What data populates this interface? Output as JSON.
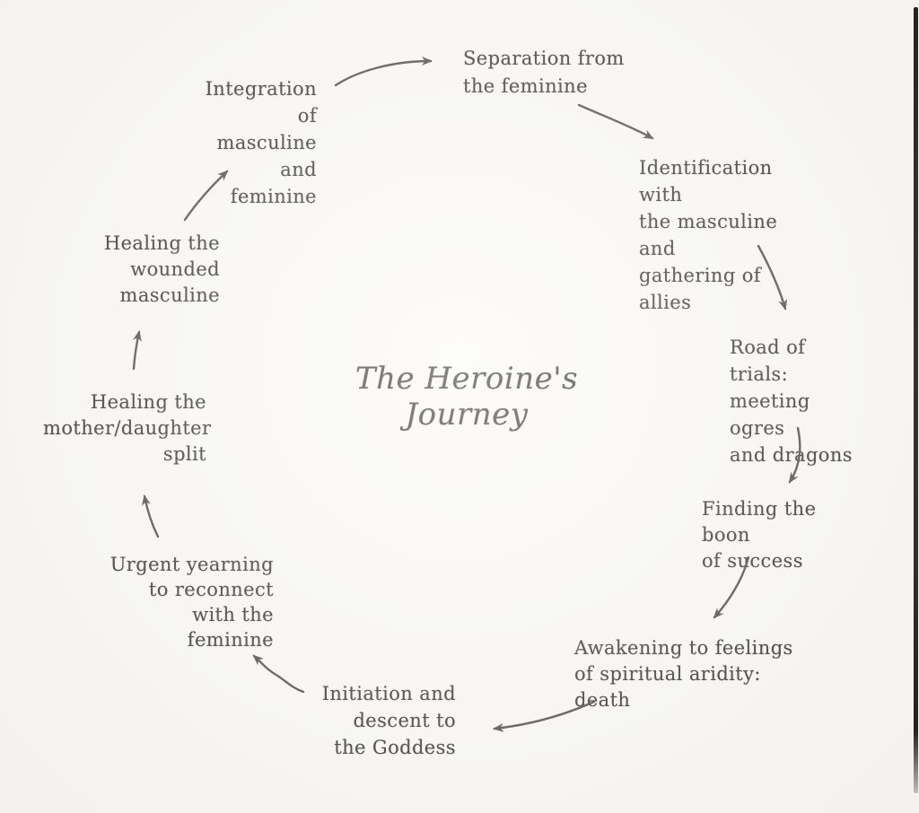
{
  "page": {
    "title": "The Heroine's Journey",
    "stages": {
      "separation": [
        "Separation from",
        "the feminine"
      ],
      "identification": [
        "Identification with",
        "the masculine and",
        "gathering of allies"
      ],
      "road_of_trials": [
        "Road of trials:",
        "meeting ogres",
        "and dragons"
      ],
      "finding_boon": [
        "Finding the boon",
        "of success"
      ],
      "awakening": [
        "Awakening to feelings",
        "of spiritual aridity: death"
      ],
      "initiation": [
        "Initiation and",
        "descent to",
        "the Goddess"
      ],
      "urgent_yearning": [
        "Urgent yearning",
        "to reconnect",
        "with the feminine"
      ],
      "healing_split": [
        "Healing the",
        "mother/daughter",
        "split"
      ],
      "healing_masculine": [
        "Healing the",
        "wounded",
        "masculine"
      ],
      "integration": [
        "Integration of",
        "masculine and",
        "feminine"
      ]
    },
    "cycle_order": [
      "separation",
      "identification",
      "road_of_trials",
      "finding_boon",
      "awakening",
      "initiation",
      "urgent_yearning",
      "healing_split",
      "healing_masculine",
      "integration"
    ],
    "colors": {
      "ink": "#3e3c39",
      "arrow": "#53504c",
      "background": "#fbfaf8",
      "scan_edge": "#1b1a19"
    }
  }
}
